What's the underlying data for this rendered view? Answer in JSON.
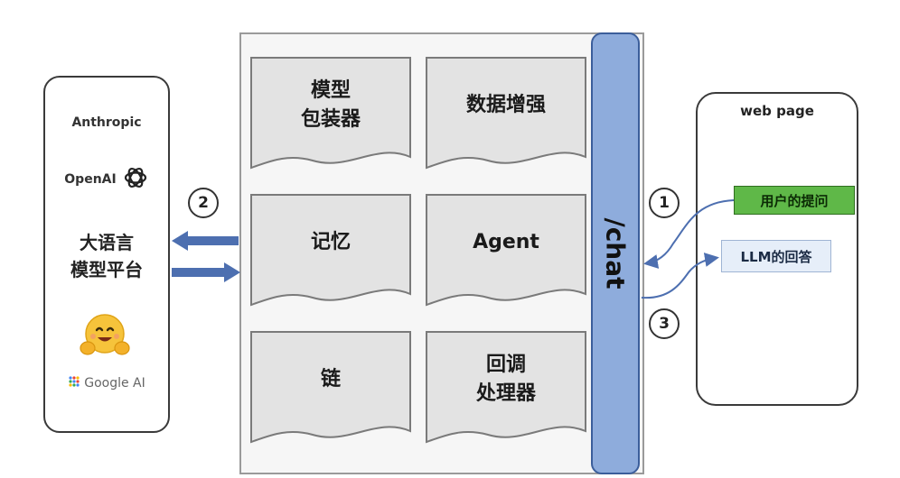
{
  "providers": {
    "anthropic": "Anthropic",
    "openai": "OpenAI",
    "platform_line1": "大语言",
    "platform_line2": "模型平台",
    "google": "Google AI",
    "openai_icon": "openai-knot-icon",
    "hug_icon": "hugging-face-emoji-icon",
    "google_icon": "google-ai-sparkle-icon"
  },
  "modules": [
    {
      "label": "模型\n包装器"
    },
    {
      "label": "数据增强"
    },
    {
      "label": "记忆"
    },
    {
      "label": "Agent"
    },
    {
      "label": "链"
    },
    {
      "label": "回调\n处理器"
    }
  ],
  "chat_endpoint": "/chat",
  "webpage": {
    "title": "web page",
    "question": "用户的提问",
    "answer": "LLM的回答"
  },
  "steps": [
    "1",
    "2",
    "3"
  ],
  "colors": {
    "chat_bar": "#8eacdc",
    "arrow": "#4d6fb0",
    "question_bg": "#5fb848",
    "answer_bg": "#e6eef9",
    "card_fill": "#e3e3e3"
  }
}
